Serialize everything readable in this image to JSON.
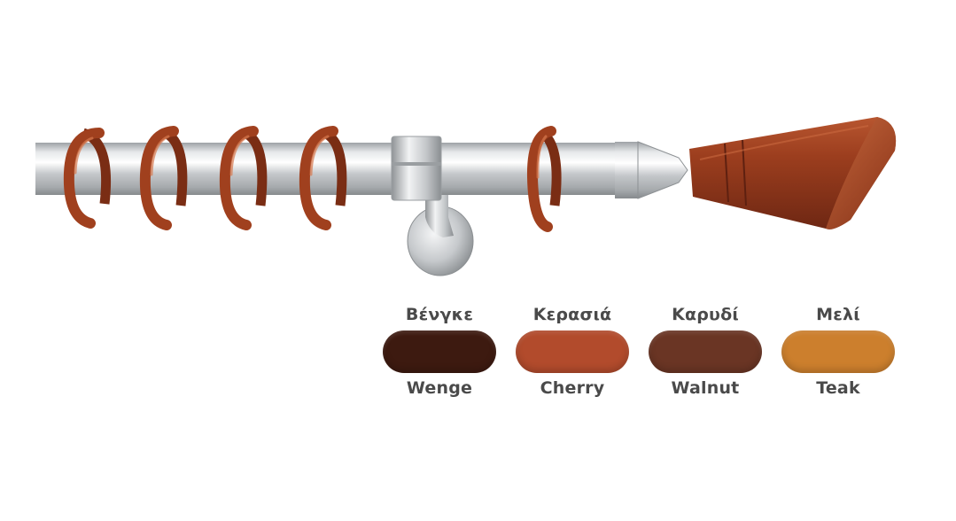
{
  "swatches": [
    {
      "label_greek": "Βένγκε",
      "label_english": "Wenge",
      "color": "#3d1a10"
    },
    {
      "label_greek": "Κερασιά",
      "label_english": "Cherry",
      "color": "#b24b2c"
    },
    {
      "label_greek": "Καρυδί",
      "label_english": "Walnut",
      "color": "#6a3524"
    },
    {
      "label_greek": "Μελί",
      "label_english": "Teak",
      "color": "#cc7f2d"
    }
  ],
  "colors": {
    "rod_metal": "#cfd2d4",
    "ring_wood": "#a0401e",
    "finial_wood": "#9a3c1e"
  }
}
